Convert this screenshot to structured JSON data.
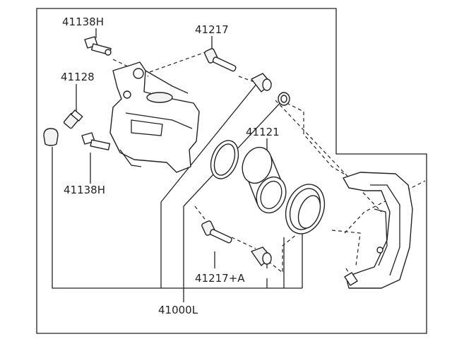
{
  "diagram": {
    "labels": {
      "bolt_upper": "41138H",
      "pin_upper": "41217",
      "bleeder": "41128",
      "piston": "41121",
      "bolt_lower": "41138H",
      "pin_lower": "41217+A",
      "assembly": "41000L"
    }
  }
}
